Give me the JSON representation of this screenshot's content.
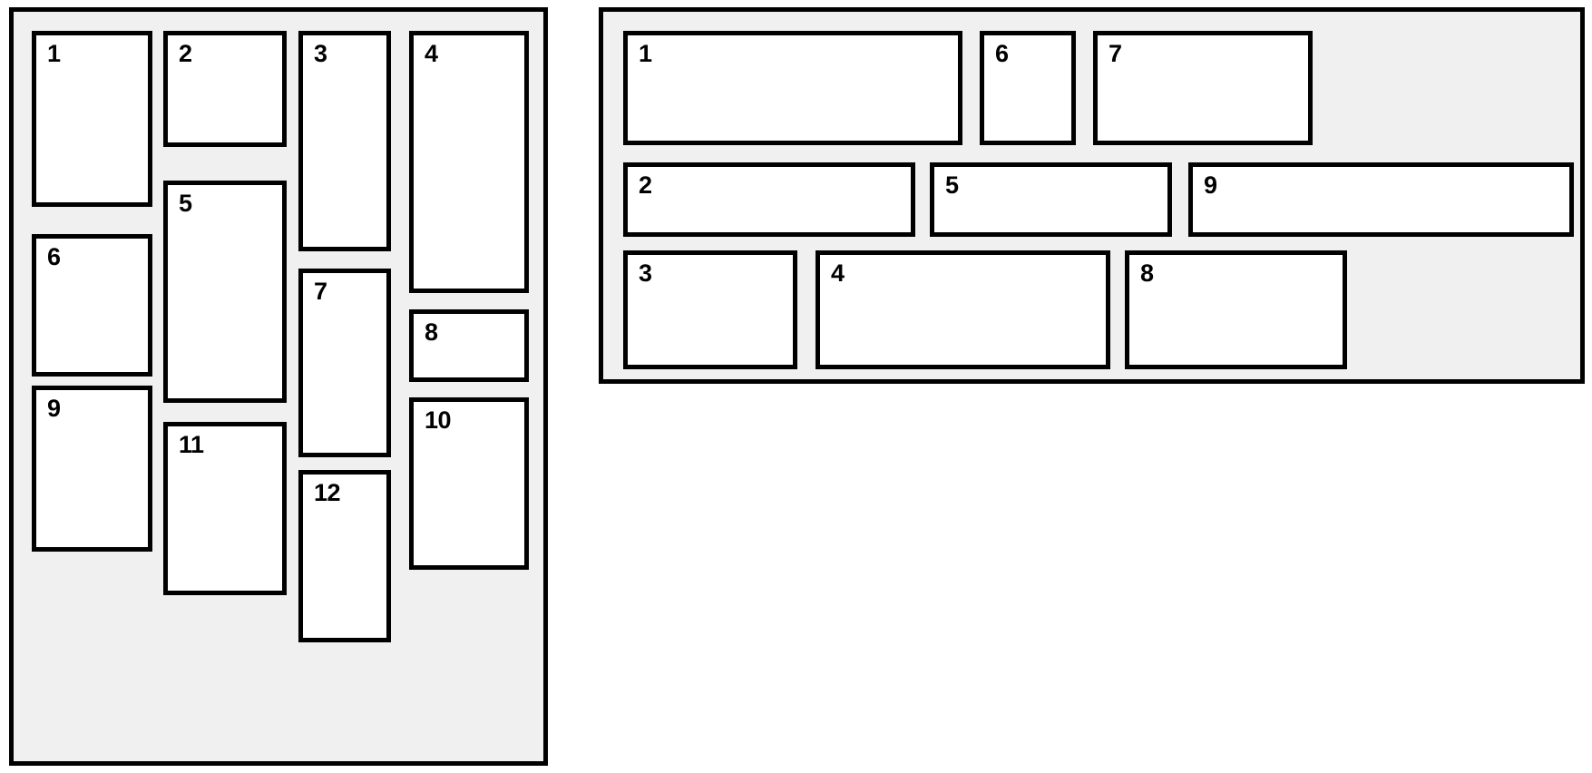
{
  "panels": [
    {
      "name": "left-panel",
      "boxes": [
        {
          "label": "1"
        },
        {
          "label": "2"
        },
        {
          "label": "3"
        },
        {
          "label": "4"
        },
        {
          "label": "5"
        },
        {
          "label": "6"
        },
        {
          "label": "7"
        },
        {
          "label": "8"
        },
        {
          "label": "9"
        },
        {
          "label": "10"
        },
        {
          "label": "11"
        },
        {
          "label": "12"
        }
      ]
    },
    {
      "name": "right-panel",
      "boxes": [
        {
          "label": "1"
        },
        {
          "label": "2"
        },
        {
          "label": "3"
        },
        {
          "label": "4"
        },
        {
          "label": "5"
        },
        {
          "label": "6"
        },
        {
          "label": "7"
        },
        {
          "label": "8"
        },
        {
          "label": "9"
        }
      ]
    }
  ],
  "colors": {
    "panel_background": "#f0f0f0",
    "box_background": "#ffffff",
    "border": "#000000",
    "label_text": "#000000",
    "page_background": "#ffffff"
  }
}
